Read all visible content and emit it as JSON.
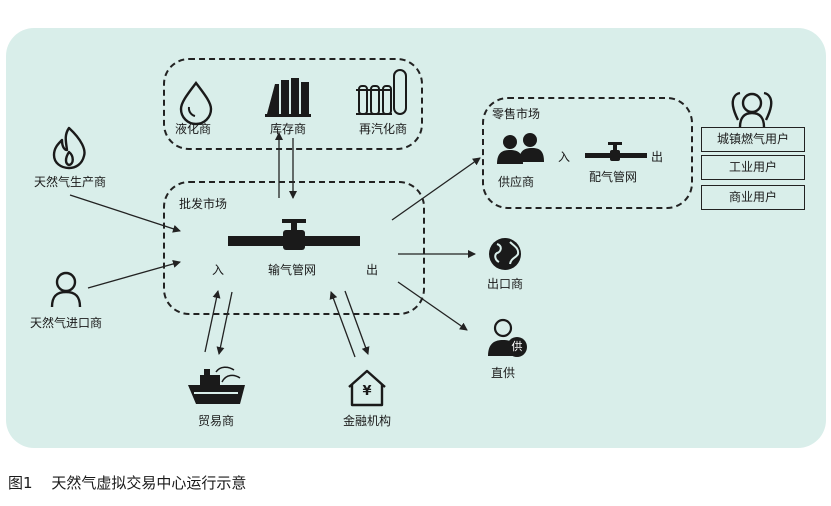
{
  "storage_group": {
    "liquefaction": "液化商",
    "storage": "库存商",
    "regasification": "再汽化商"
  },
  "wholesale": {
    "title": "批发市场",
    "pipeline": "输气管网",
    "in": "入",
    "out": "出"
  },
  "retail": {
    "title": "零售市场",
    "supplier": "供应商",
    "in": "入",
    "distribution": "配气管网",
    "out": "出"
  },
  "users": {
    "items": [
      "城镇燃气用户",
      "工业用户",
      "商业用户"
    ]
  },
  "sources": {
    "producer": "天然气生产商",
    "importer": "天然气进口商"
  },
  "outputs": {
    "exporter": "出口商",
    "direct": "直供",
    "direct_badge": "供"
  },
  "bottom": {
    "trader": "贸易商",
    "finance": "金融机构",
    "finance_symbol": "¥"
  },
  "caption": {
    "figure": "图1",
    "text": "天然气虚拟交易中心运行示意"
  },
  "colors": {
    "panel": "#d9eeea",
    "ink": "#1a1a1a"
  }
}
